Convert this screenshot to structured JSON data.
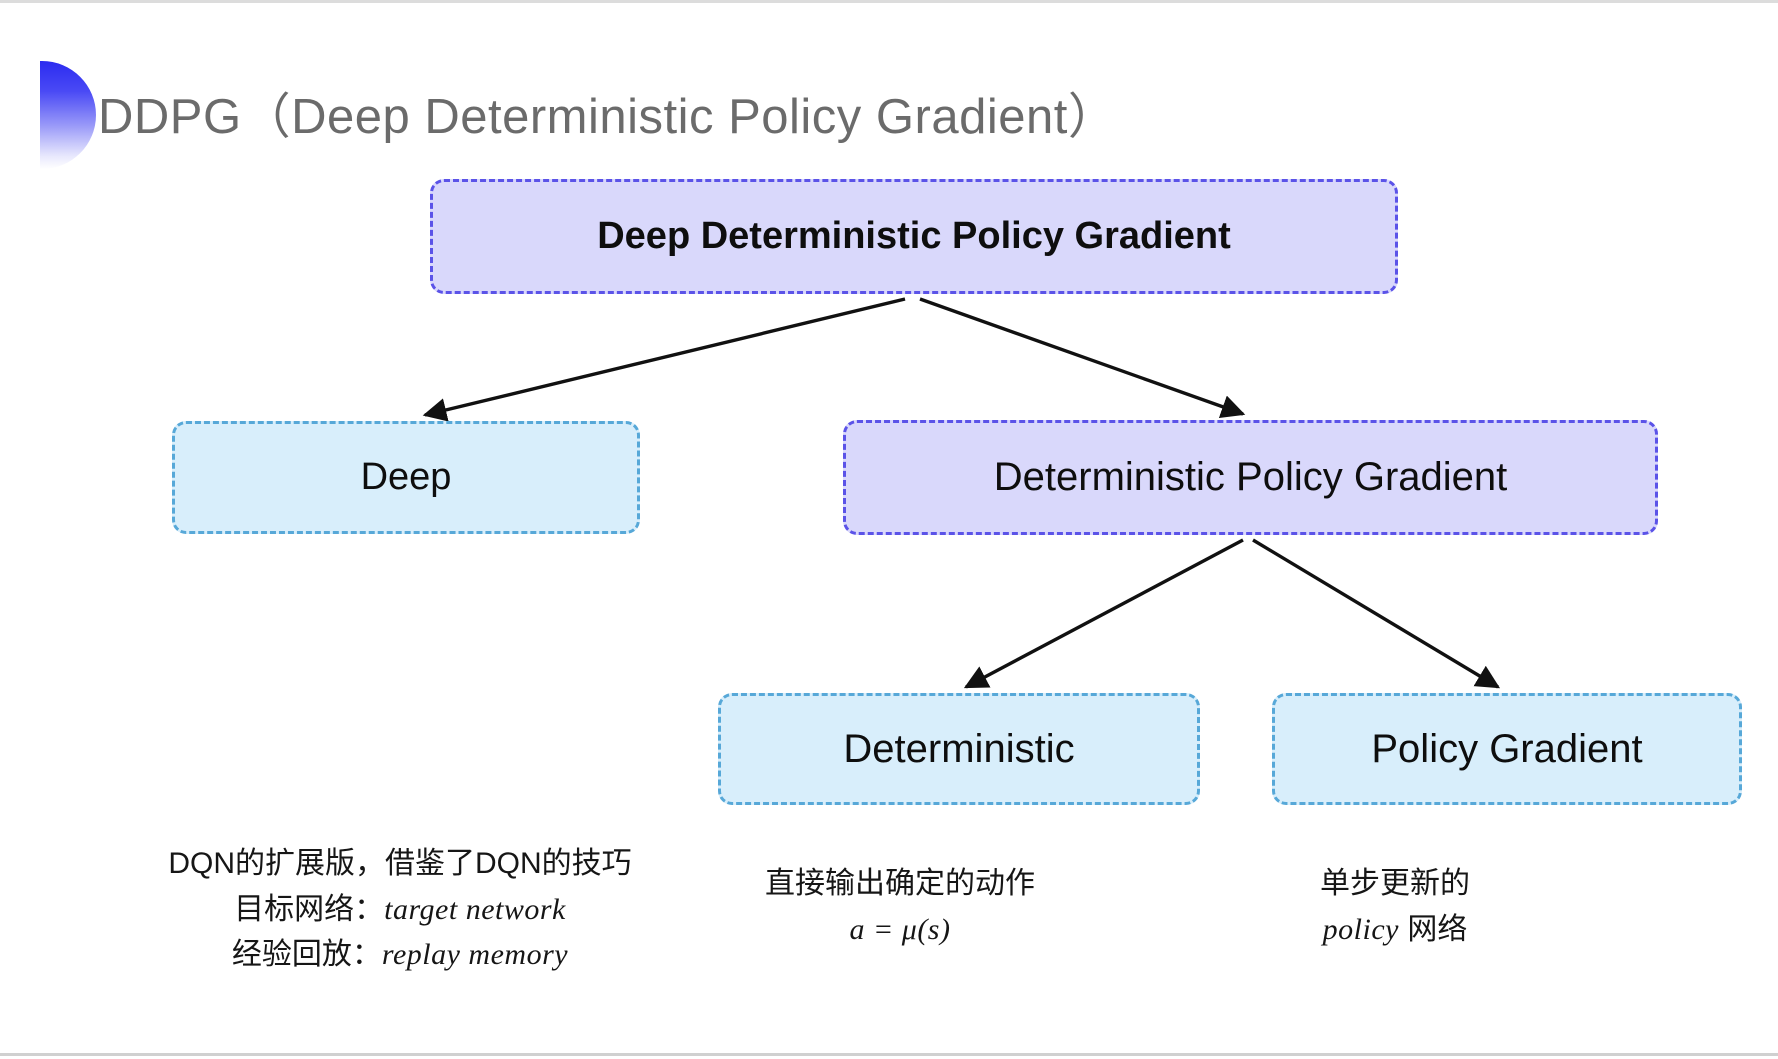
{
  "slide": {
    "title": "DDPG（Deep Deterministic Policy Gradient）",
    "background": "#ffffff",
    "accent_purple": "#5b53e8",
    "accent_purple_fill": "#d9d8fb",
    "accent_cyan": "#57a8d8",
    "accent_cyan_fill": "#d8eefb",
    "title_color": "#6b6b6b"
  },
  "diagram": {
    "nodes": [
      {
        "id": "root",
        "label": "Deep Deterministic Policy Gradient",
        "style": "purple"
      },
      {
        "id": "deep",
        "label": "Deep",
        "style": "cyan"
      },
      {
        "id": "dpg",
        "label": "Deterministic Policy Gradient",
        "style": "purple"
      },
      {
        "id": "det",
        "label": "Deterministic",
        "style": "cyan"
      },
      {
        "id": "pg",
        "label": "Policy Gradient",
        "style": "cyan"
      }
    ],
    "edges": [
      {
        "from": "root",
        "to": "deep"
      },
      {
        "from": "root",
        "to": "dpg"
      },
      {
        "from": "dpg",
        "to": "det"
      },
      {
        "from": "dpg",
        "to": "pg"
      }
    ]
  },
  "annotations": {
    "deep": {
      "line1": "DQN的扩展版，借鉴了DQN的技巧",
      "line2_label": "目标网络：",
      "line2_term": "target network",
      "line3_label": "经验回放：",
      "line3_term": "replay memory"
    },
    "deterministic": {
      "line1": "直接输出确定的动作",
      "formula": "a = μ(s)"
    },
    "policy_gradient": {
      "line1": "单步更新的",
      "line2_term": "policy",
      "line2_suffix": " 网络"
    }
  }
}
